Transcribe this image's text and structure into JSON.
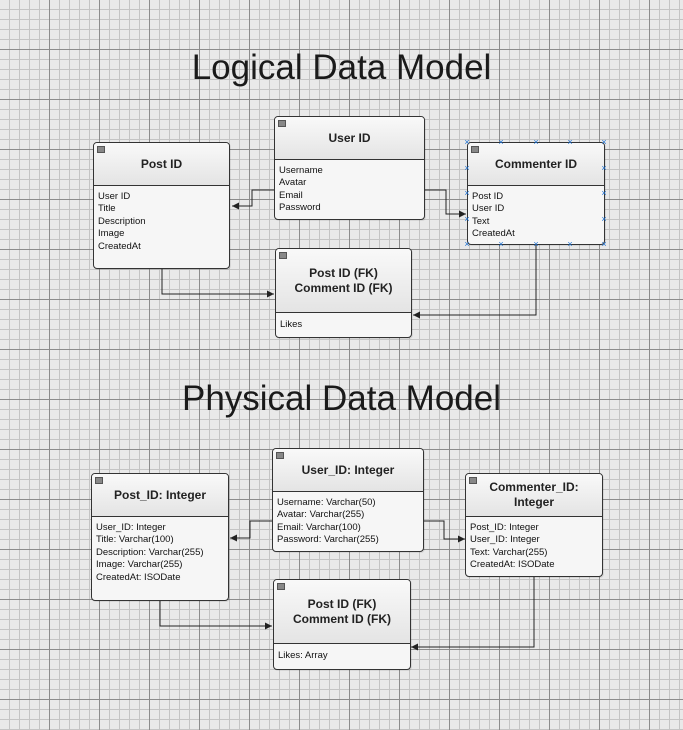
{
  "logical": {
    "title": "Logical Data Model",
    "user": {
      "header": "User ID",
      "fields": [
        "Username",
        "Avatar",
        "Email",
        "Password"
      ]
    },
    "post": {
      "header": "Post ID",
      "fields": [
        "User ID",
        "Title",
        "Description",
        "Image",
        "CreatedAt"
      ]
    },
    "commenter": {
      "header": "Commenter ID",
      "fields": [
        "Post ID",
        "User ID",
        "Text",
        "CreatedAt"
      ]
    },
    "likes": {
      "header_line1": "Post ID (FK)",
      "header_line2": "Comment ID (FK)",
      "fields": [
        "Likes"
      ]
    }
  },
  "physical": {
    "title": "Physical Data Model",
    "user": {
      "header": "User_ID: Integer",
      "fields": [
        "Username: Varchar(50)",
        "Avatar: Varchar(255)",
        "Email: Varchar(100)",
        "Password: Varchar(255)"
      ]
    },
    "post": {
      "header": "Post_ID: Integer",
      "fields": [
        "User_ID: Integer",
        "Title: Varchar(100)",
        "Description: Varchar(255)",
        "Image: Varchar(255)",
        "CreatedAt: ISODate"
      ]
    },
    "commenter": {
      "header": "Commenter_ID: Integer",
      "fields": [
        "Post_ID: Integer",
        "User_ID: Integer",
        "Text: Varchar(255)",
        "CreatedAt: ISODate"
      ]
    },
    "likes": {
      "header_line1": "Post ID (FK)",
      "header_line2": "Comment ID (FK)",
      "fields": [
        "Likes: Array"
      ]
    }
  },
  "colors": {
    "selection": "#1b6fd1",
    "border": "#333333",
    "grid_major": "#8c8c8c",
    "grid_minor": "#c4c4c4"
  }
}
